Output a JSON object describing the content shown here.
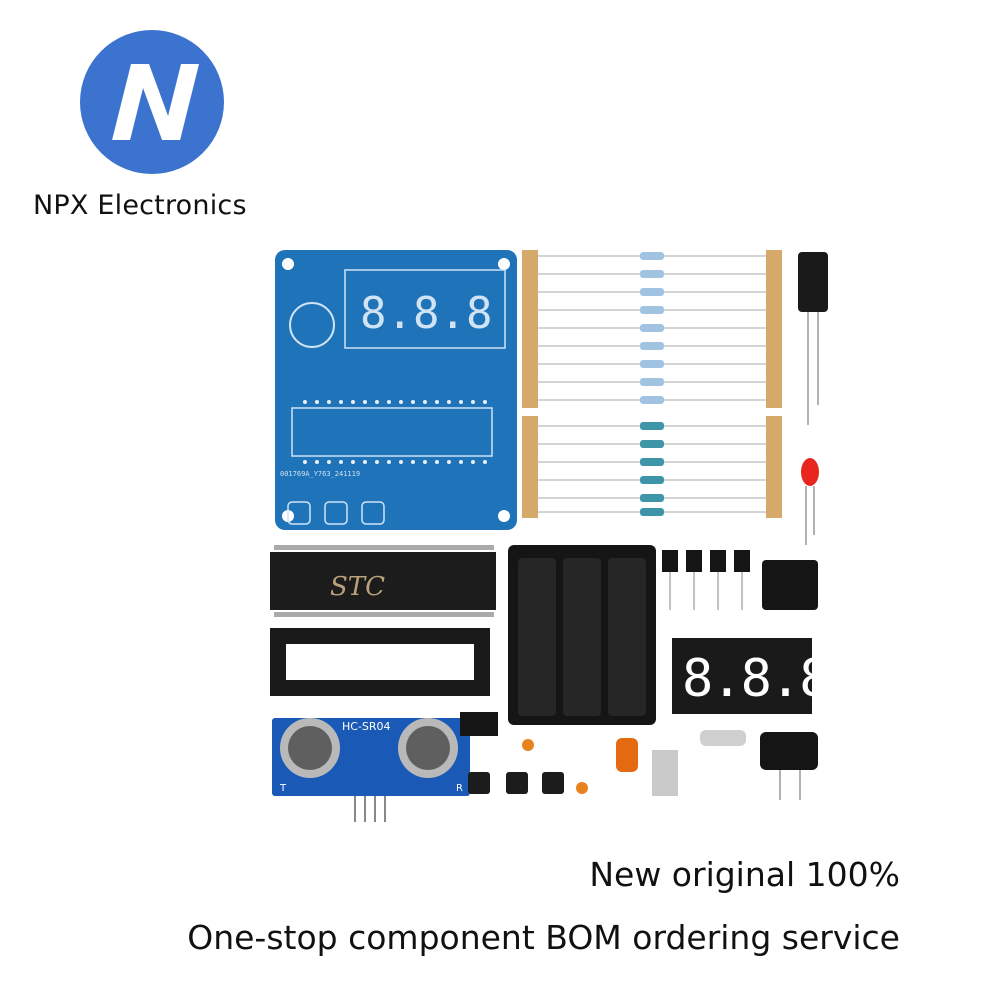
{
  "brand": {
    "name": "NPX Electronics",
    "logo_letter": "N",
    "logo_color": "#3b73cf"
  },
  "product_photo": {
    "pcb_color": "#1f73b8",
    "segment_digits": "8.8.8.",
    "chip_brand": "STC",
    "sensor_model": "HC-SR04",
    "sensor_left_mark": "T",
    "sensor_right_mark": "R",
    "battery_holder_color": "#151515",
    "board_marking": "001769A_Y763_241119"
  },
  "taglines": {
    "line1": "New original 100%",
    "line2": "One-stop component BOM ordering service"
  }
}
